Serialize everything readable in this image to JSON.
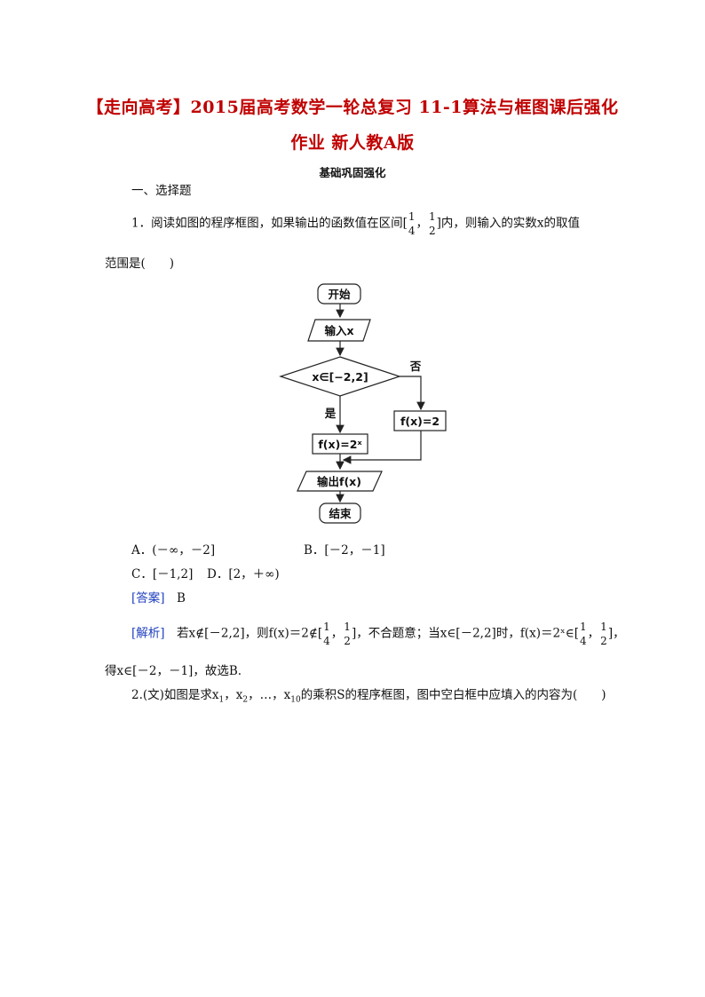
{
  "header": {
    "title_line1": "【走向高考】2015届高考数学一轮总复习  11-1算法与框图课后强化",
    "title_line2": "作业  新人教A版",
    "subhead": "基础巩固强化"
  },
  "section": {
    "label": "一、选择题"
  },
  "q1": {
    "text_a": "1．阅读如图的程序框图，如果输出的函数值在区间[",
    "frac1_num": "1",
    "frac1_den": "4",
    "sep": "，",
    "frac2_num": "1",
    "frac2_den": "2",
    "text_b": "]内，则输入的实数x的取值",
    "text_c": "范围是(　　)",
    "flow": {
      "start": "开始",
      "input": "输入x",
      "condition": "x∈[−2,2]",
      "no_label": "否",
      "yes_label": "是",
      "no_box": "f(x)=2",
      "yes_box": "f(x)=2ˣ",
      "output": "输出f(x)",
      "end": "结束"
    },
    "options": {
      "a": "A．(－∞，－2]",
      "b": "B．[－2，－1]",
      "c": "C．[－1,2]",
      "d": "D．[2，＋∞)"
    },
    "answer_tag": "[答案]",
    "answer": "B",
    "analysis_tag": "[解析]",
    "analysis_a": "若x∉[－2,2]，则f(x)＝2∉[",
    "analysis_b": "]，不合题意；当x∈[－2,2]时，f(x)＝2ˣ∈[",
    "analysis_c": "]，",
    "analysis_d": "得x∈[－2，－1]，故选B."
  },
  "q2": {
    "text_a": "2.(文)如图是求x",
    "s1": "1",
    "text_b": "，x",
    "s2": "2",
    "text_c": "，…，x",
    "s10": "10",
    "text_d": "的乘积S的程序框图，图中空白框中应填入的内容为(　　)"
  }
}
